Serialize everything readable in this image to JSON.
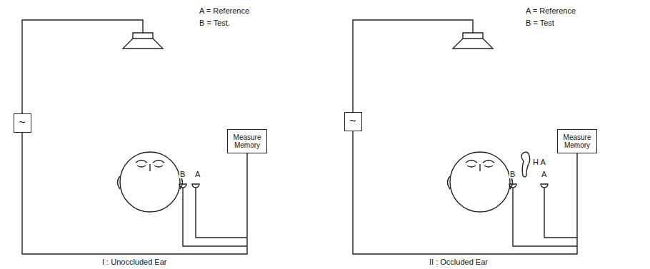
{
  "diagram": {
    "nodes": [
      {
        "text": [
          "~"
        ]
      },
      {
        "text": [
          "Measure Memory"
        ]
      },
      {
        "text": [
          "~"
        ]
      },
      {
        "text": [
          "Measure Memory"
        ]
      }
    ],
    "edges": [
      {
        "from": 0,
        "to": 1,
        "arrow": "none"
      },
      {
        "from": 2,
        "to": 3,
        "arrow": "none"
      }
    ],
    "labels": [
      "A = Reference",
      "B = Test.",
      "B",
      "A",
      "I : Unoccluded Ear",
      "A = Reference",
      "B = Test",
      "H A",
      "B",
      "A",
      "II : Occluded Ear"
    ]
  }
}
